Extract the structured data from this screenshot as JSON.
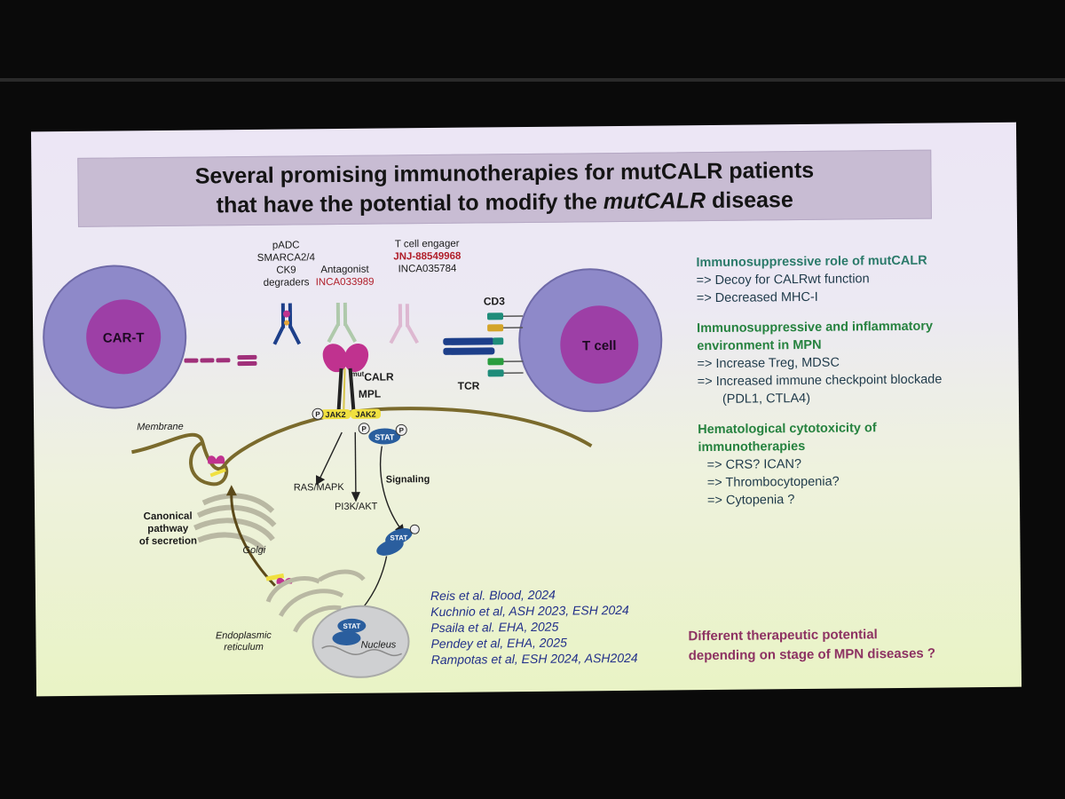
{
  "title": {
    "line1": "Several promising immunotherapies for mutCALR patients",
    "line2_before": "that have the potential to modify the ",
    "line2_italic": "mutCALR",
    "line2_after": " disease"
  },
  "diagram": {
    "car_t": "CAR-T",
    "t_cell": "T cell",
    "padc": [
      "pADC",
      "SMARCA2/4",
      "CK9",
      "degraders"
    ],
    "antagonist": "Antagonist",
    "antagonist_drug": "INCA033989",
    "tce": "T cell  engager",
    "tce_drug1": "JNJ-88549968",
    "tce_drug2": "INCA035784",
    "cd3": "CD3",
    "tcr": "TCR",
    "mut_sup": "mut",
    "calr": "CALR",
    "mpl": "MPL",
    "membrane": "Membrane",
    "jak2": "JAK2",
    "jak2b": "JAK2",
    "p": "P",
    "stat": "STAT",
    "ras_mapk": "RAS/MAPK",
    "pi3k_akt": "PI3K/AKT",
    "signaling": "Signaling",
    "canonical": [
      "Canonical",
      "pathway",
      "of secretion"
    ],
    "golgi": "Golgi",
    "er": [
      "Endoplasmic",
      "reticulum"
    ],
    "nucleus": "Nucleus"
  },
  "right_panel": {
    "head1": "Immunosuppressive role of mutCALR",
    "items1": [
      "=>  Decoy for CALRwt function",
      "=>  Decreased MHC-I"
    ],
    "head2": [
      "Immunosuppressive and inflammatory",
      "environment in MPN"
    ],
    "items2": [
      "=> Increase Treg, MDSC",
      "=> Increased immune checkpoint blockade",
      "(PDL1, CTLA4)"
    ],
    "head3": [
      "Hematological cytotoxicity of",
      "immunotherapies"
    ],
    "items3": [
      "=> CRS? ICAN?",
      "=> Thrombocytopenia?",
      "=> Cytopenia ?"
    ]
  },
  "references": [
    "Reis et al. Blood, 2024",
    "Kuchnio et al, ASH 2023, ESH 2024",
    "Psaila  et al. EHA, 2025",
    "Pendey et al, EHA, 2025",
    "Rampotas et al, ESH 2024, ASH2024"
  ],
  "conclusion": [
    "Different therapeutic potential",
    "depending on stage of MPN diseases ?"
  ],
  "colors": {
    "slide_top": "#ece6f5",
    "slide_bottom": "#e9f3c5",
    "title_box": "#c8bcd3",
    "cell_outer": "#8e89c9",
    "cell_inner": "#9d3fa6",
    "membrane": "#7a6a2c",
    "calr": "#c0328f",
    "jak": "#f0e040",
    "stat": "#2a5e9e",
    "heading_teal": "#2b7a6a",
    "heading_green": "#26823f",
    "refs": "#23318a",
    "conclusion": "#8d3262",
    "drug_red": "#b01e2a"
  }
}
